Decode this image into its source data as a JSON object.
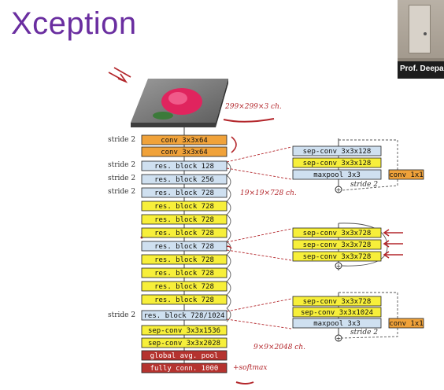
{
  "title": "Xception",
  "presenter": {
    "name": "Prof. Deepa"
  },
  "annotations": {
    "input_size": "299×299×3 ch.",
    "mid_size": "19×19×728 ch.",
    "final_size": "9×9×2048 ch.",
    "softmax": "+softmax"
  },
  "entry_flow": {
    "stride_label": "stride 2",
    "layers": [
      "conv 3x3x64",
      "conv 3x3x64",
      "res. block 128",
      "res. block 256",
      "res. block 728"
    ]
  },
  "middle_flow": {
    "layers": [
      "res. block 728",
      "res. block 728",
      "res. block 728",
      "res. block 728",
      "res. block 728",
      "res. block 728",
      "res. block 728",
      "res. block 728"
    ]
  },
  "exit_flow": {
    "layers": [
      "res. block 728/1024",
      "sep-conv 3x3x1536",
      "sep-conv 3x3x2028",
      "global avg. pool",
      "fully conn. 1000"
    ]
  },
  "detail_blocks": {
    "block1": [
      "sep-conv 3x3x128",
      "sep-conv 3x3x128",
      "maxpool 3x3",
      "conv 1x1",
      "stride 2"
    ],
    "block2": [
      "sep-conv 3x3x728",
      "sep-conv 3x3x728",
      "sep-conv 3x3x728"
    ],
    "block3": [
      "sep-conv 3x3x728",
      "sep-conv 3x3x1024",
      "maxpool 3x3",
      "conv 1x1",
      "stride 2"
    ]
  },
  "colors": {
    "title": "#6a2ea0",
    "conv": "#f0a23a",
    "res_blue": "#cfe0f0",
    "res_yellow": "#f7ef3a",
    "head_red": "#b5332f",
    "annotation": "#b3262b"
  }
}
